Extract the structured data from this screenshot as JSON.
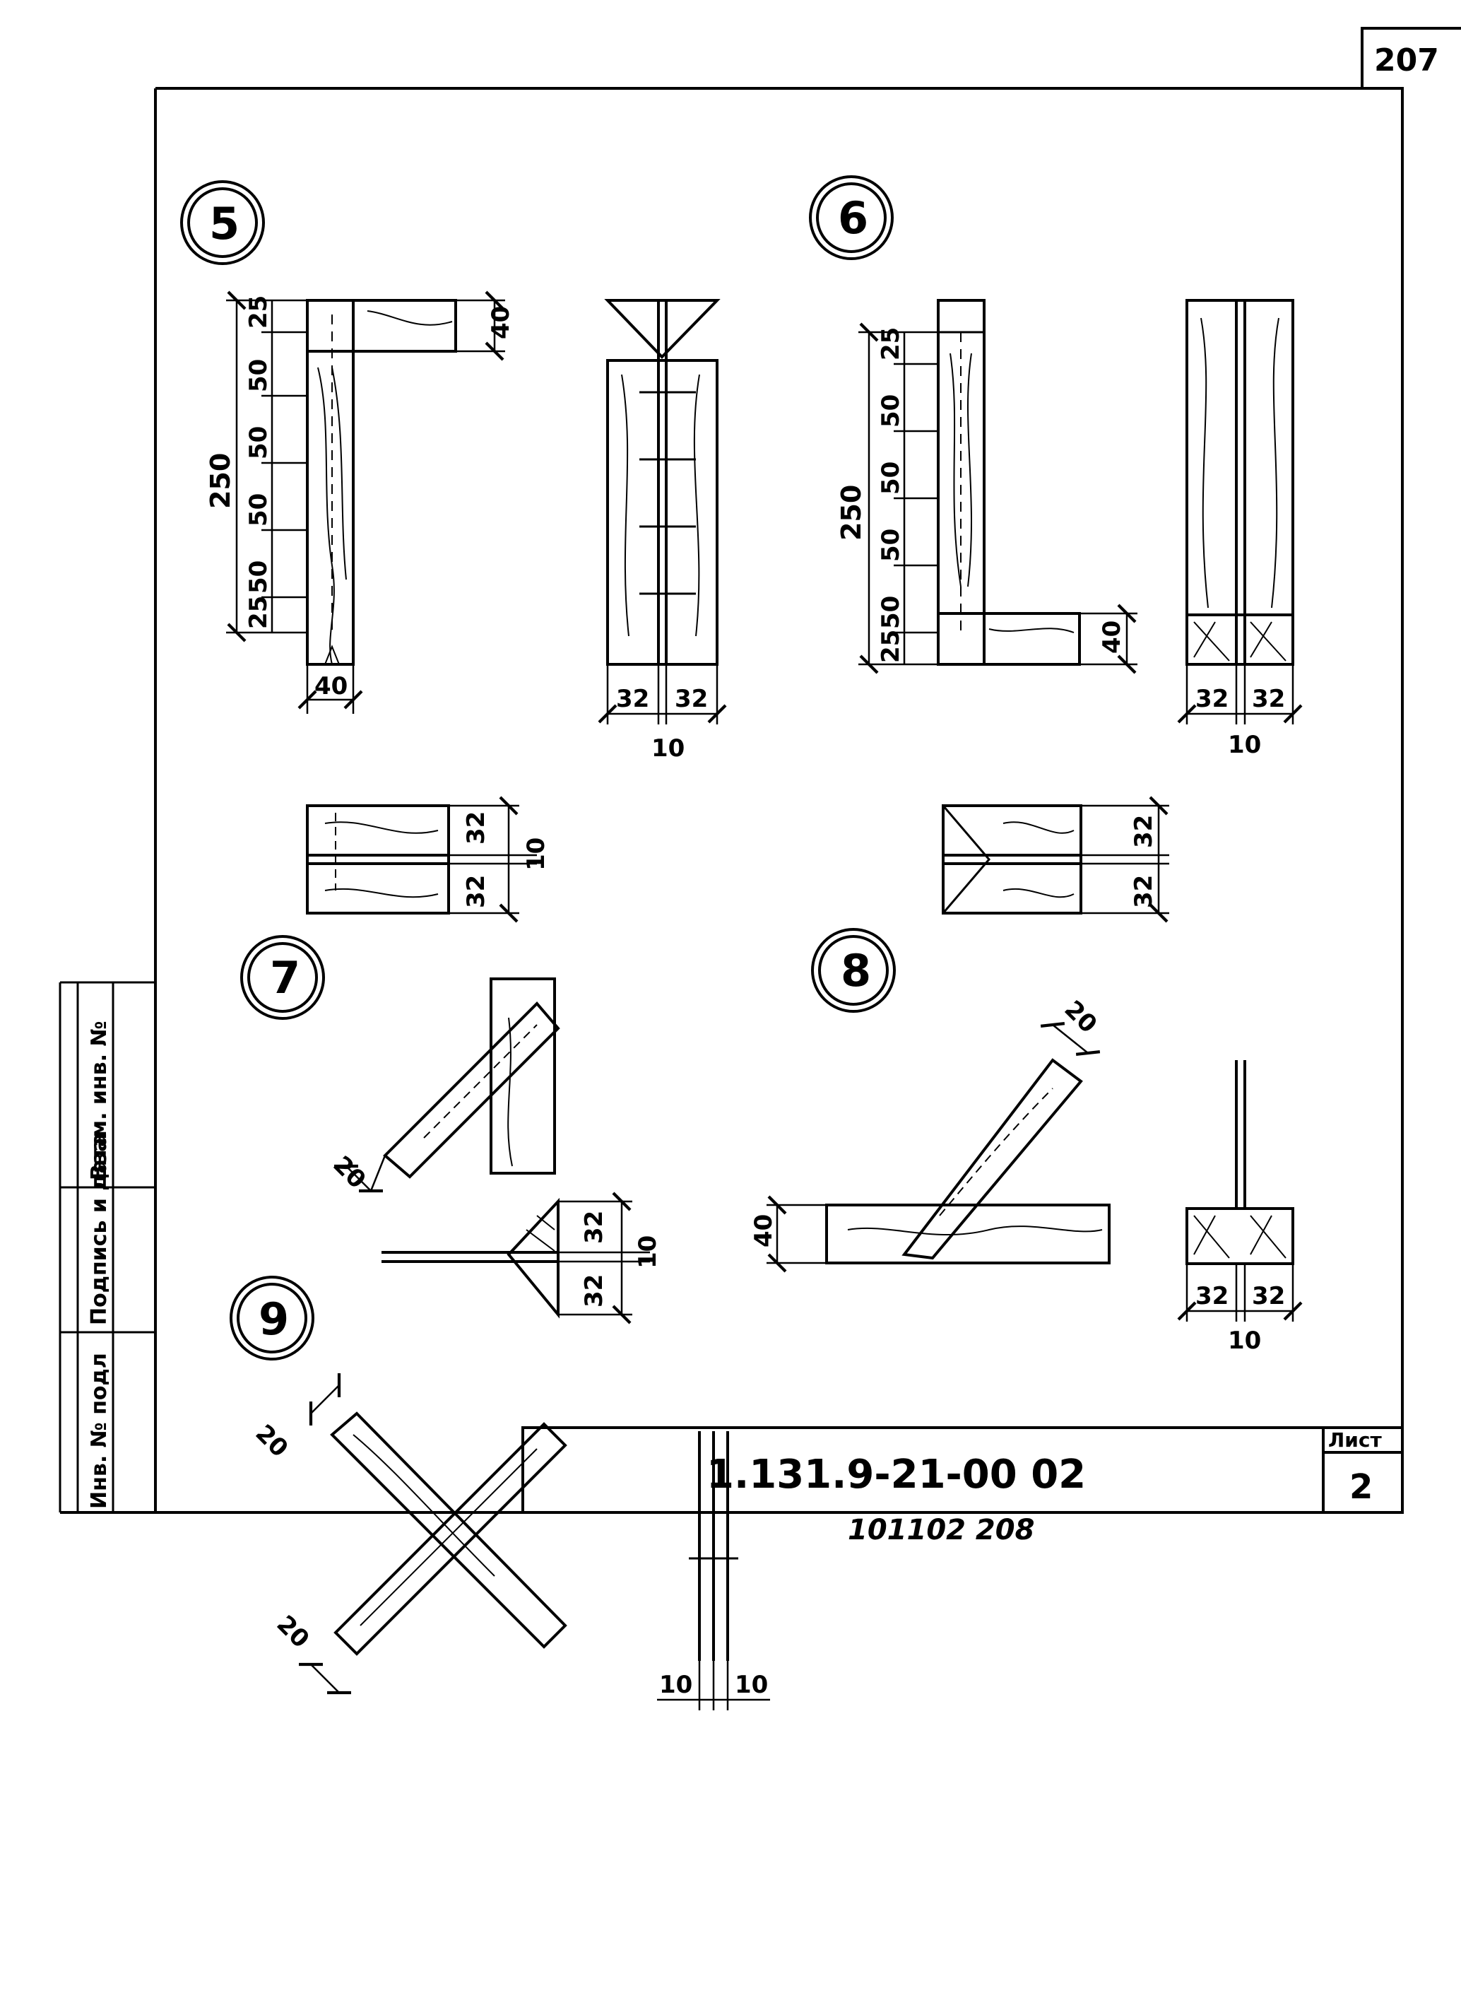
{
  "sheet_number_top": "207",
  "title_block": {
    "designation": "1.131.9-21-00 02",
    "sheet_label": "Лист",
    "sheet_value": "2"
  },
  "side_stamp": {
    "inv_no_podl": "Инв. № подл",
    "podpis_data": "Подпись и дата",
    "vzam_inv_no": "Взам. инв. №"
  },
  "bottom_stamp": "101102     208",
  "nodes": [
    {
      "id": "5",
      "dims": {
        "total": "250",
        "top": "25",
        "steps": [
          "50",
          "50",
          "50",
          "50"
        ],
        "bottom": "25",
        "width": "40",
        "arm": "40",
        "left": "32",
        "right": "32",
        "gap": "10",
        "sec_top": "32",
        "sec_bot": "32",
        "sec_gap": "10"
      }
    },
    {
      "id": "6",
      "dims": {
        "total": "250",
        "top": "25",
        "steps": [
          "50",
          "50",
          "50",
          "50"
        ],
        "bottom": "25",
        "arm": "40",
        "left": "32",
        "right": "32",
        "gap": "10",
        "sec_top": "32",
        "sec_bot": "32"
      }
    },
    {
      "id": "7",
      "dims": {
        "diag": "20",
        "top": "32",
        "bot": "32",
        "gap": "10"
      }
    },
    {
      "id": "8",
      "dims": {
        "diag": "20",
        "height": "40",
        "left": "32",
        "right": "32",
        "gap": "10"
      }
    },
    {
      "id": "9",
      "dims": {
        "diag_top": "20",
        "diag_bot": "20",
        "left": "10",
        "right": "10"
      }
    }
  ]
}
